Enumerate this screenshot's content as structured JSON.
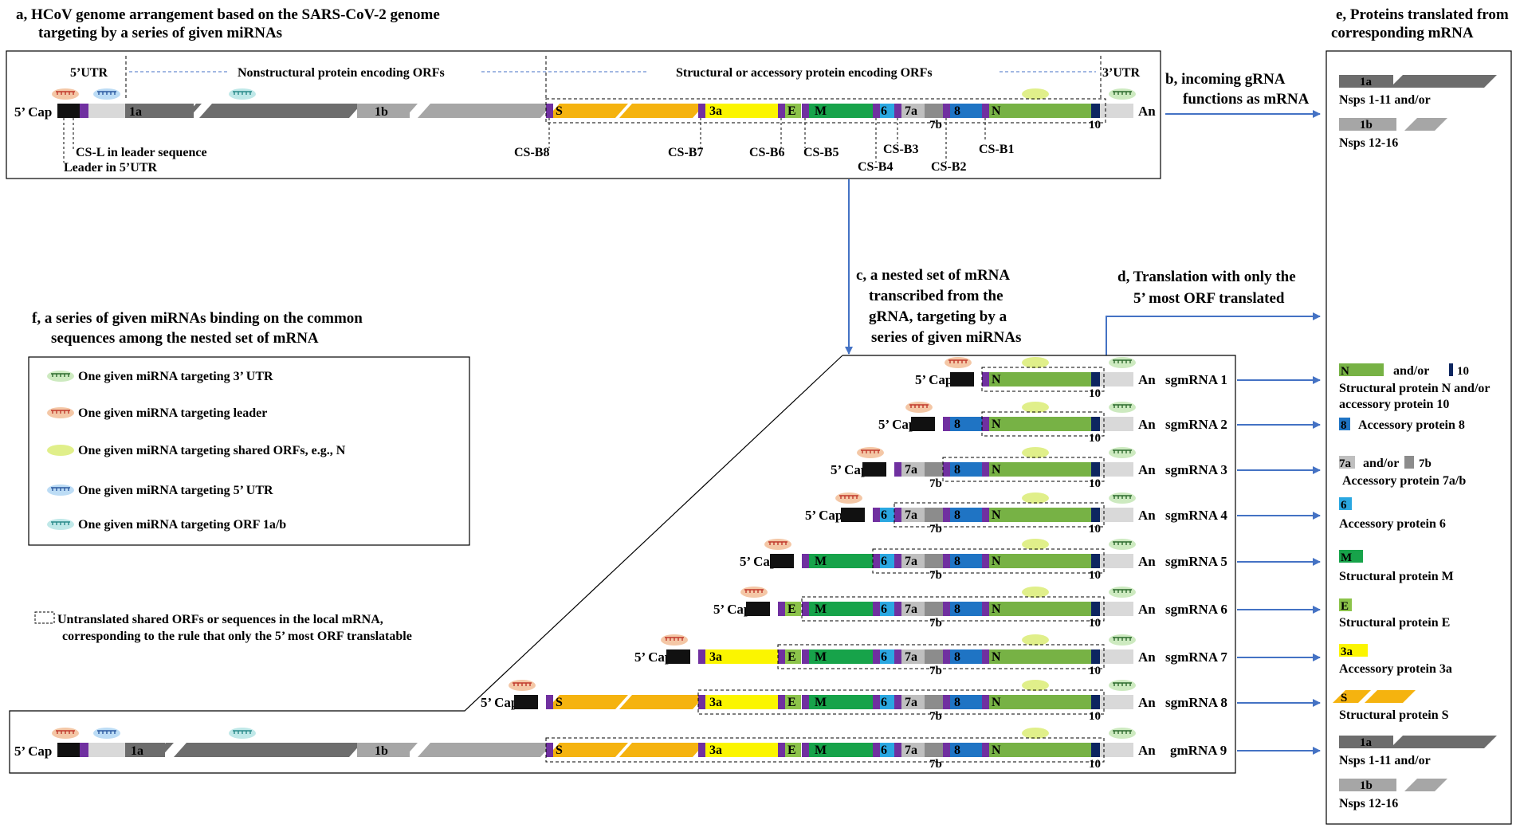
{
  "panel_a": {
    "title_line1": "a, HCoV genome arrangement based on the SARS-CoV-2 genome",
    "title_line2": "targeting by a series of given miRNAs",
    "utr5": "5’UTR",
    "utr3": "3’UTR",
    "nonstructural": "Nonstructural protein encoding ORFs",
    "structural": "Structural or accessory protein encoding ORFs",
    "cs_l": "CS-L in leader sequence",
    "leader": "Leader in 5’UTR",
    "cs_b8": "CS-B8",
    "cs_b7": "CS-B7",
    "cs_b6": "CS-B6",
    "cs_b5": "CS-B5",
    "cs_b4": "CS-B4",
    "cs_b3": "CS-B3",
    "cs_b2": "CS-B2",
    "cs_b1": "CS-B1"
  },
  "panel_b": {
    "line1": "b, incoming gRNA",
    "line2": "functions as mRNA"
  },
  "panel_c": {
    "line1": "c, a nested set of mRNA",
    "line2": "transcribed from the",
    "line3": "gRNA, targeting by a",
    "line4": "series of given miRNAs"
  },
  "panel_d": {
    "line1": "d, Translation with only the",
    "line2": "5’ most ORF translated"
  },
  "panel_e": {
    "title_line1": "e, Proteins translated from",
    "title_line2": "corresponding mRNA",
    "p1_line1": "Nsps 1-11  and/or",
    "p1_line2": "Nsps 12-16",
    "and_or": "and/or",
    "n_label": "Structural protein N and/or",
    "n_label2": "accessory protein 10",
    "p8": "Accessory protein 8",
    "p7": "Accessory protein 7a/b",
    "p6": "Accessory protein 6",
    "pM": "Structural protein M",
    "pE": "Structural protein E",
    "p3a": "Accessory protein 3a",
    "pS": "Structural protein S",
    "p9_line1": "Nsps 1-11  and/or",
    "p9_line2": "Nsps 12-16"
  },
  "panel_f": {
    "title_line1": "f, a series of given miRNAs binding on the common",
    "title_line2": "sequences among the nested set of mRNA",
    "legend": [
      "One given miRNA targeting 3’ UTR",
      "One given miRNA targeting leader",
      "One given miRNA targeting shared ORFs, e.g., N",
      "One given miRNA targeting 5’ UTR",
      "One given miRNA targeting ORF 1a/b"
    ],
    "note_line1": "Untranslated shared ORFs or sequences in the local mRNA,",
    "note_line2": "corresponding to the rule that only the 5’ most ORF translatable"
  },
  "genome": {
    "cap": "5’ Cap",
    "an": "An",
    "ten": "10",
    "seven_b": "7b",
    "orfs": {
      "1a": "1a",
      "1b": "1b",
      "S": "S",
      "3a": "3a",
      "E": "E",
      "M": "M",
      "6": "6",
      "7a": "7a",
      "8": "8",
      "N": "N"
    }
  },
  "mrnas": [
    "sgmRNA 1",
    "sgmRNA 2",
    "sgmRNA 3",
    "sgmRNA 4",
    "sgmRNA 5",
    "sgmRNA 6",
    "sgmRNA 7",
    "sgmRNA 8",
    "gmRNA 9"
  ],
  "colors": {
    "orf1a": "#6d6d6d",
    "orf1b": "#a6a6a6",
    "S": "#f5b30f",
    "3a": "#fbf500",
    "E": "#8cc34a",
    "M": "#17a34a",
    "6": "#2aa7e1",
    "7a": "#bfbfbf",
    "7b": "#8c8c8c",
    "8": "#1f74c4",
    "N": "#77b245",
    "10": "#0d2660",
    "cs": "#7030a0",
    "leader": "#111111",
    "utr": "#d9d9d9",
    "arrow": "#4472c4"
  }
}
